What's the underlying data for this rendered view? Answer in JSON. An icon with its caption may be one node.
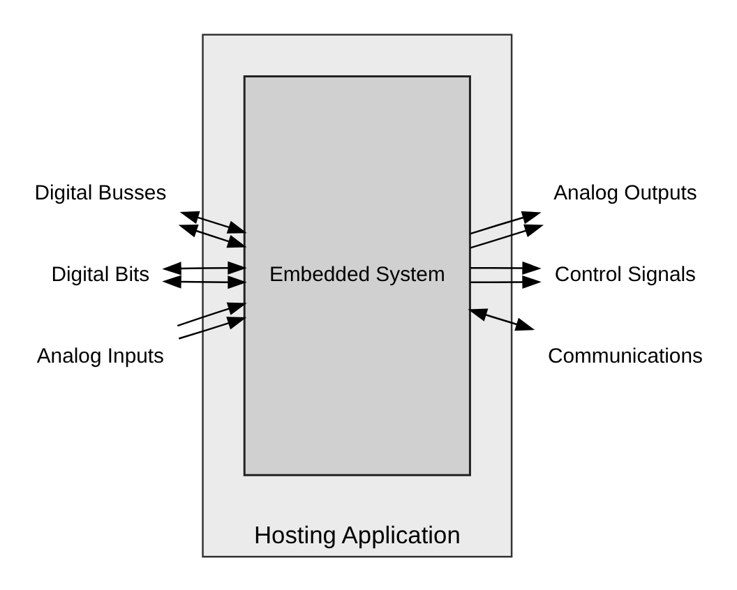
{
  "diagram": {
    "nodes": [
      {
        "text": [
          "Hosting Application"
        ]
      },
      {
        "text": [
          "Embedded System"
        ],
        "in": 0
      },
      {
        "text": [
          "Digital Busses"
        ]
      },
      {
        "text": [
          "Digital Bits"
        ]
      },
      {
        "text": [
          "Analog Inputs"
        ]
      },
      {
        "text": [
          "Analog Outputs"
        ]
      },
      {
        "text": [
          "Control Signals"
        ]
      },
      {
        "text": [
          "Communications"
        ]
      }
    ],
    "edges": [
      {
        "from": 2,
        "to": 1,
        "arrow": "both"
      },
      {
        "from": 2,
        "to": 1,
        "arrow": "both"
      },
      {
        "from": 3,
        "to": 1,
        "arrow": "both"
      },
      {
        "from": 3,
        "to": 1,
        "arrow": "both"
      },
      {
        "from": 4,
        "to": 1,
        "arrow": "to"
      },
      {
        "from": 4,
        "to": 1,
        "arrow": "to"
      },
      {
        "from": 1,
        "to": 5,
        "arrow": "to"
      },
      {
        "from": 1,
        "to": 5,
        "arrow": "to"
      },
      {
        "from": 1,
        "to": 6,
        "arrow": "to"
      },
      {
        "from": 1,
        "to": 6,
        "arrow": "to"
      },
      {
        "from": 1,
        "to": 7,
        "arrow": "both"
      }
    ]
  }
}
